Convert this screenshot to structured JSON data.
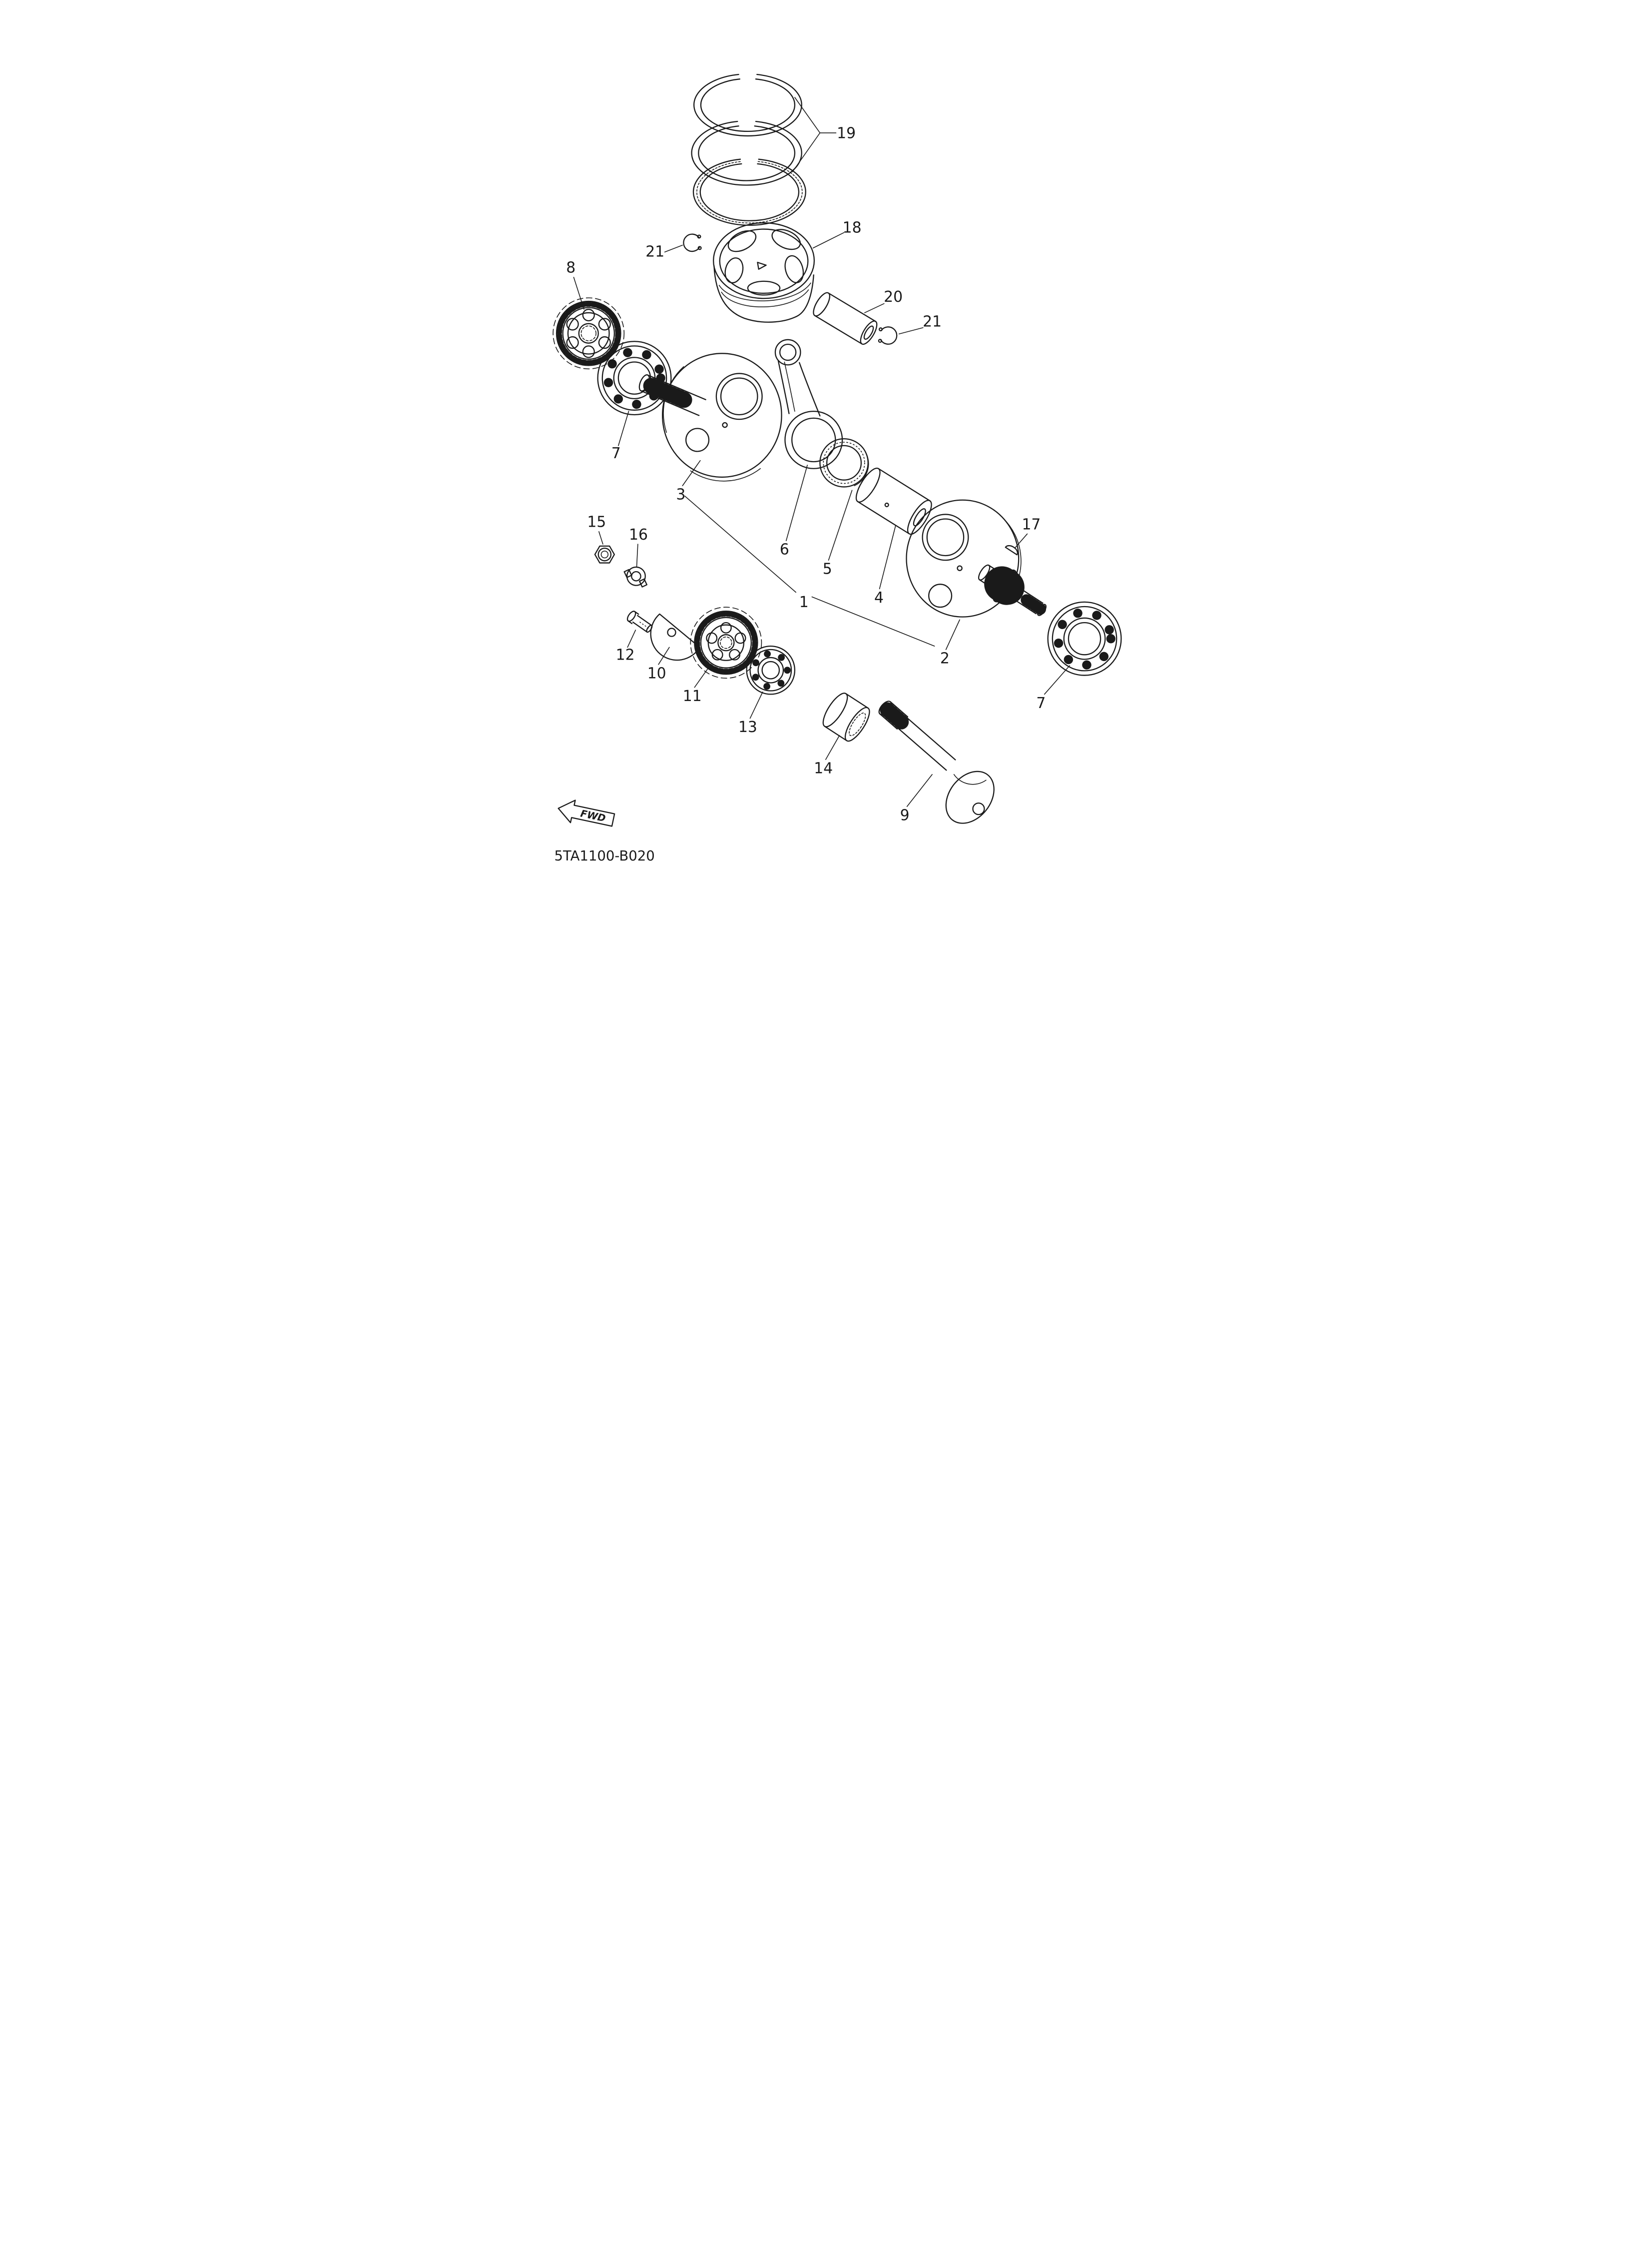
{
  "diagram": {
    "code": "5TA1100-B020",
    "fwd": "FWD",
    "callouts": {
      "c1": "1",
      "c2": "2",
      "c3": "3",
      "c4": "4",
      "c5": "5",
      "c6": "6",
      "c7_left": "7",
      "c7_right": "7",
      "c8": "8",
      "c9": "9",
      "c10": "10",
      "c11": "11",
      "c12": "12",
      "c13": "13",
      "c14": "14",
      "c15": "15",
      "c16": "16",
      "c17": "17",
      "c18": "18",
      "c19": "19",
      "c20": "20",
      "c21_left": "21",
      "c21_right": "21"
    }
  }
}
